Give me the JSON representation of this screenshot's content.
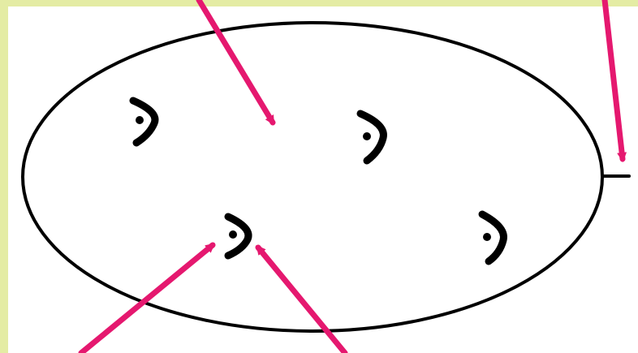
{
  "diagram": {
    "background_color": "#e4eca4",
    "panel_color": "#ffffff",
    "outline_color": "#000000",
    "arrow_color": "#e5186f",
    "shape": "ellipse",
    "cell_marks": 4,
    "arrows": 4,
    "labels": []
  }
}
